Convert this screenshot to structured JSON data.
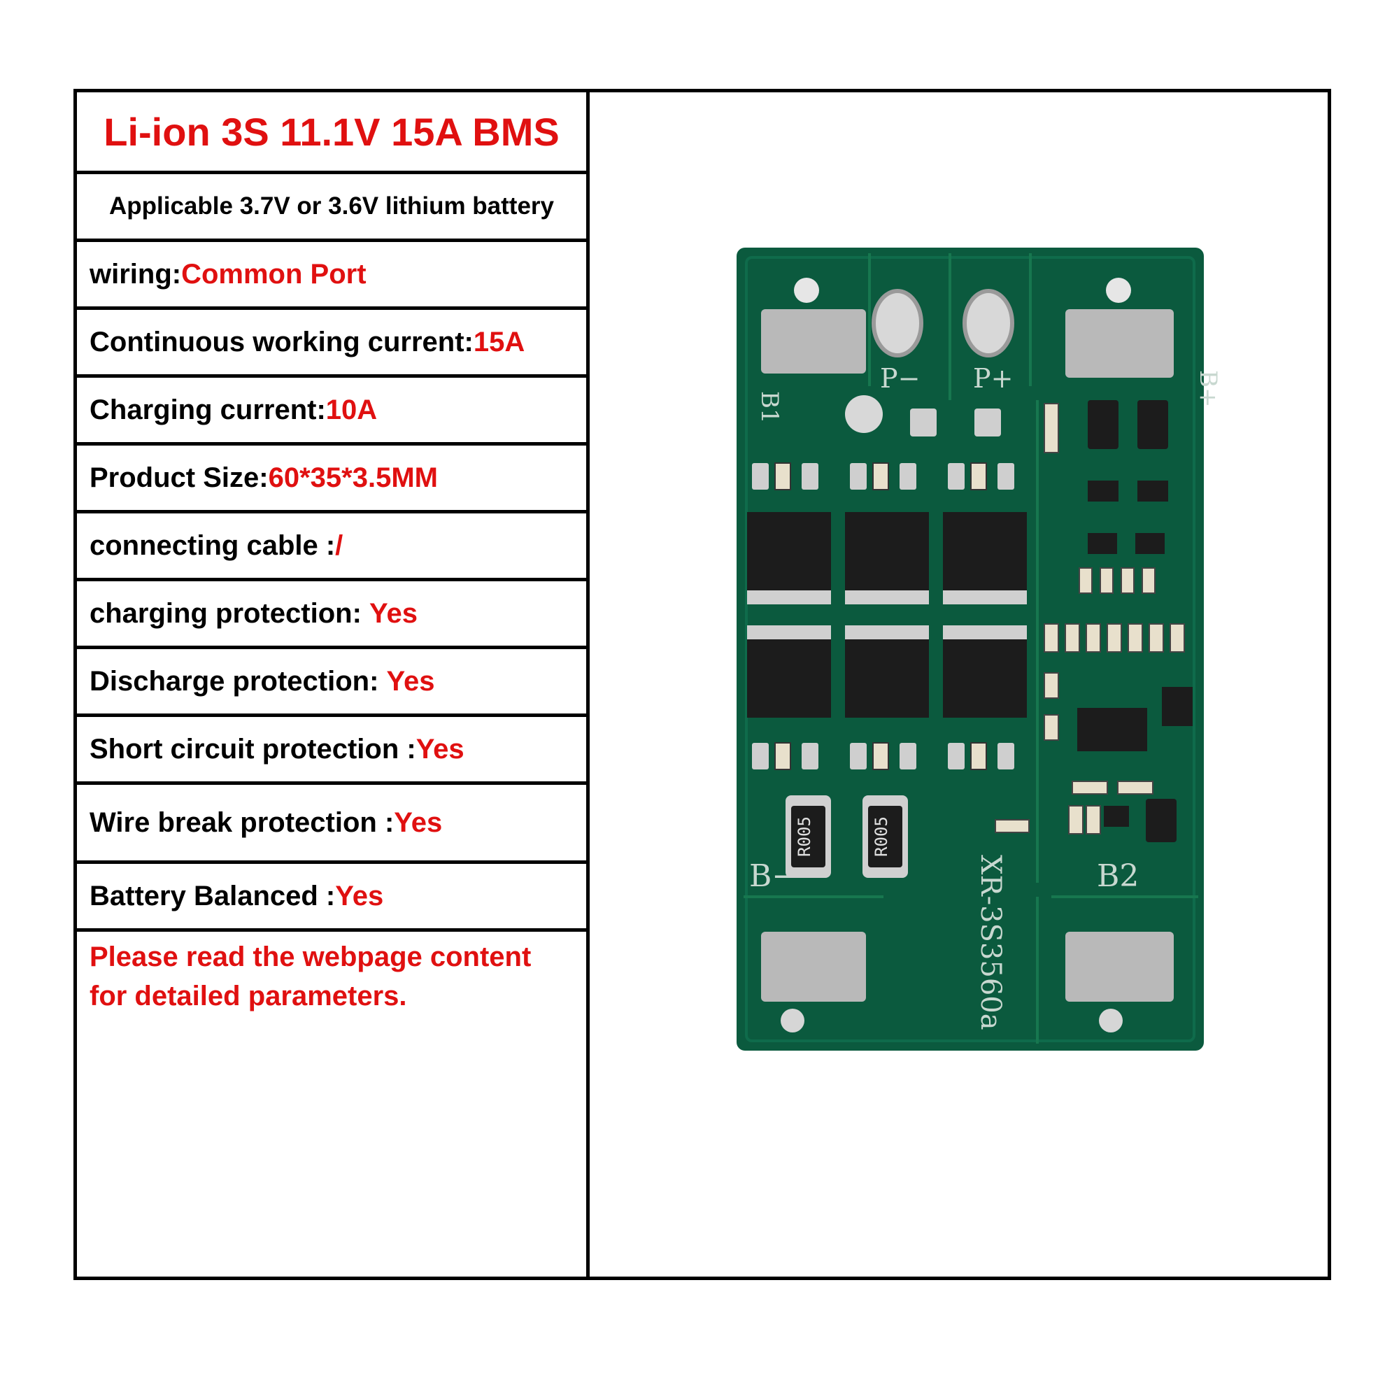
{
  "title": "Li-ion 3S 11.1V 15A BMS",
  "subtitle": "Applicable 3.7V or 3.6V lithium battery",
  "specs": [
    {
      "label": "wiring:",
      "value": "Common Port"
    },
    {
      "label": "Continuous working current:",
      "value": "15A"
    },
    {
      "label": "Charging current:",
      "value": "10A"
    },
    {
      "label": "Product Size:",
      "value": "60*35*3.5MM"
    },
    {
      "label": "connecting cable :",
      "value": "/"
    },
    {
      "label": "charging protection: ",
      "value": "Yes"
    },
    {
      "label": "Discharge protection: ",
      "value": "Yes"
    },
    {
      "label": "Short circuit protection :",
      "value": "Yes"
    },
    {
      "label": "Wire break protection :",
      "value": "Yes"
    },
    {
      "label": "Battery Balanced :",
      "value": "Yes"
    }
  ],
  "note_line1": "Please read the webpage content",
  "note_line2": "for detailed parameters.",
  "board": {
    "pad_b1": "B1",
    "pad_p_minus": "P−",
    "pad_p_plus": "P+",
    "pad_b_plus": "B+",
    "pad_b_minus": "B−",
    "pad_b2": "B2",
    "model": "XR-3S3560a",
    "shunt_label": "R005",
    "colors": {
      "pcb": "#0b5a3e",
      "pad": "#b9b9b9",
      "mosfet": "#1c1c1c",
      "accent": "#e01010"
    }
  }
}
